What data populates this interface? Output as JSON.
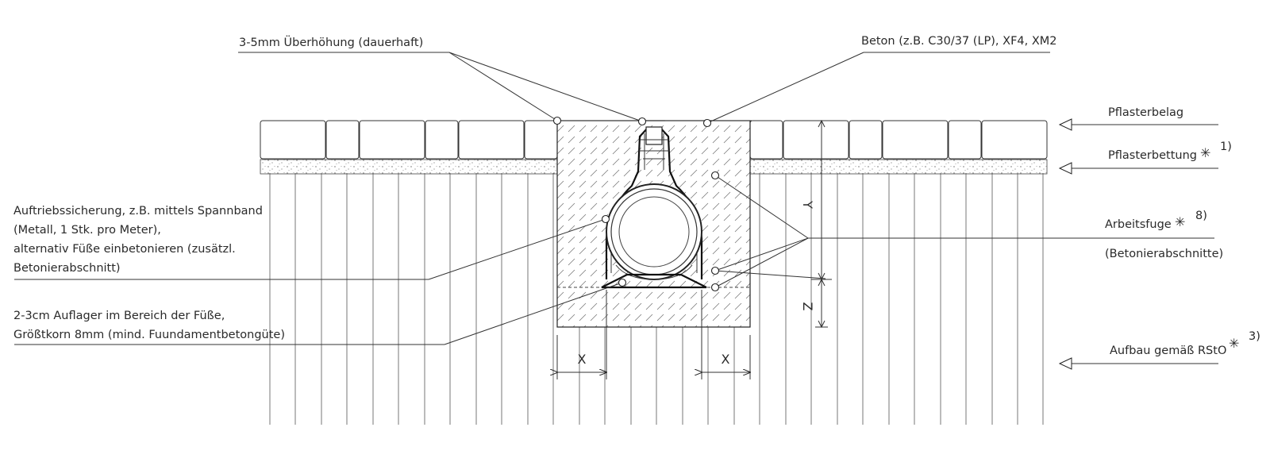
{
  "labels": {
    "ueberhoehung": "3-5mm Überhöhung (dauerhaft)",
    "beton": "Beton (z.B. C30/37 (LP), XF4, XM2",
    "pflasterbelag": "Pflasterbelag",
    "pflasterbettung": "Pflasterbettung",
    "pflasterbettung_note": "1)",
    "auftrieb_line1": "Auftriebssicherung, z.B. mittels Spannband",
    "auftrieb_line2": "(Metall, 1 Stk. pro Meter),",
    "auftrieb_line3": "alternativ Füße einbetonieren (zusätzl.",
    "auftrieb_line4": "Betonierabschnitt)",
    "arbeitsfuge": "Arbeitsfuge",
    "arbeitsfuge_note": "8)",
    "betonierabschnitte": "(Betonierabschnitte)",
    "auflager_line1": "2-3cm Auflager im Bereich der Füße,",
    "auflager_line2": "Größtkorn 8mm (mind. Fuundamentbetongüte)",
    "aufbau": "Aufbau gemäß RStO",
    "aufbau_note": "3)",
    "asterisk": "✳"
  },
  "dimensions": {
    "y": "Y",
    "z": "Z",
    "x_left": "X",
    "x_right": "X"
  }
}
